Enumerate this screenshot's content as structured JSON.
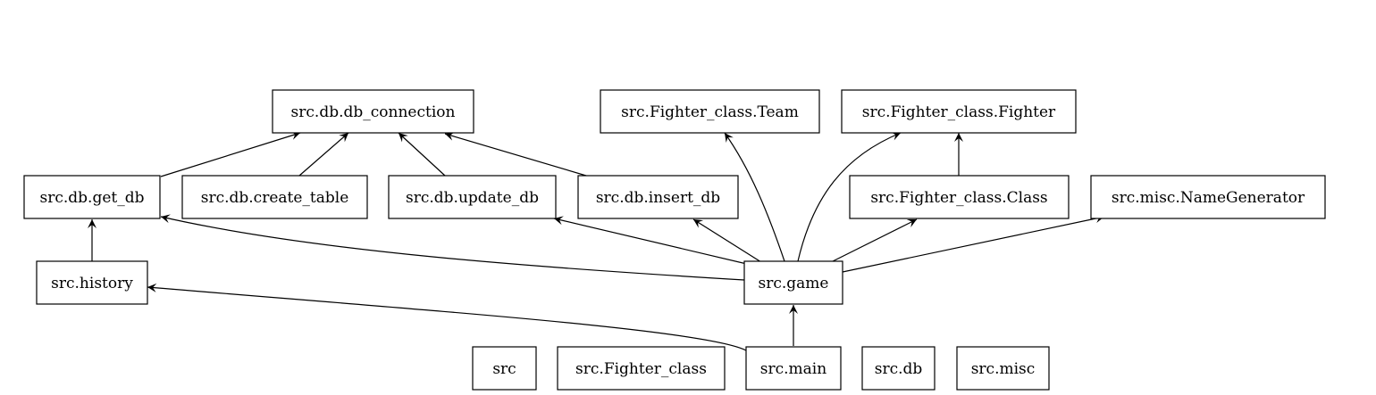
{
  "diagram": {
    "type": "module-dependency-graph",
    "nodes": {
      "db_connection": "src.db.db_connection",
      "team": "src.Fighter_class.Team",
      "fighter": "src.Fighter_class.Fighter",
      "get_db": "src.db.get_db",
      "create_table": "src.db.create_table",
      "update_db": "src.db.update_db",
      "insert_db": "src.db.insert_db",
      "class": "src.Fighter_class.Class",
      "namegen": "src.misc.NameGenerator",
      "history": "src.history",
      "game": "src.game",
      "src": "src",
      "fighter_class": "src.Fighter_class",
      "main": "src.main",
      "db": "src.db",
      "misc": "src.misc"
    },
    "edges": [
      {
        "from": "src.db.get_db",
        "to": "src.db.db_connection"
      },
      {
        "from": "src.db.create_table",
        "to": "src.db.db_connection"
      },
      {
        "from": "src.db.update_db",
        "to": "src.db.db_connection"
      },
      {
        "from": "src.db.insert_db",
        "to": "src.db.db_connection"
      },
      {
        "from": "src.history",
        "to": "src.db.get_db"
      },
      {
        "from": "src.game",
        "to": "src.db.get_db"
      },
      {
        "from": "src.game",
        "to": "src.db.update_db"
      },
      {
        "from": "src.game",
        "to": "src.db.insert_db"
      },
      {
        "from": "src.game",
        "to": "src.Fighter_class.Team"
      },
      {
        "from": "src.game",
        "to": "src.Fighter_class.Fighter"
      },
      {
        "from": "src.game",
        "to": "src.Fighter_class.Class"
      },
      {
        "from": "src.game",
        "to": "src.misc.NameGenerator"
      },
      {
        "from": "src.Fighter_class.Class",
        "to": "src.Fighter_class.Fighter"
      },
      {
        "from": "src.main",
        "to": "src.game"
      },
      {
        "from": "src.main",
        "to": "src.history"
      }
    ]
  }
}
